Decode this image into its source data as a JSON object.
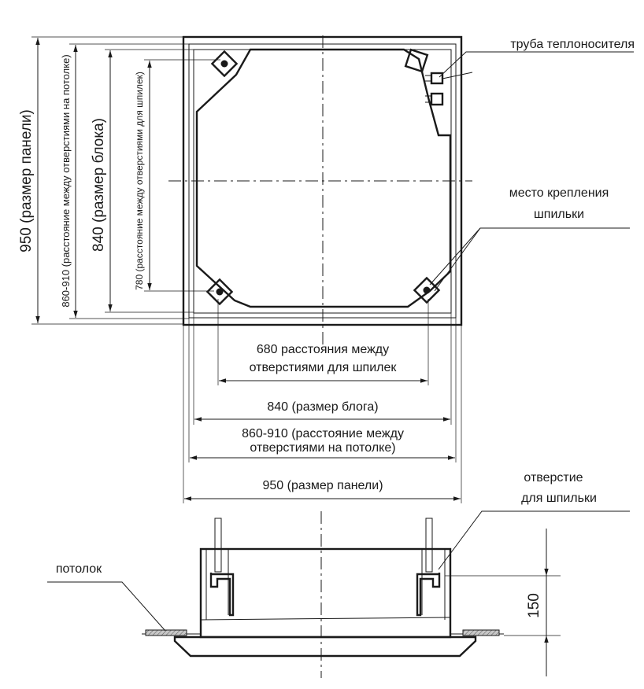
{
  "labels": {
    "heat_pipe": "труба теплоносителя",
    "mount_point_line1": "место крепления",
    "mount_point_line2": "шпильки",
    "rod_hole_line1": "отверстие",
    "rod_hole_line2": "для шпильки",
    "ceiling": "потолок"
  },
  "dimensions": {
    "v_panel": "950 (размер панели)",
    "v_ceiling_holes": "860-910 (расстояние между отверстиями на потолке)",
    "v_unit": "840 (размер блока)",
    "v_rod_holes": "780 (расстояние между отверстиями для шпилек)",
    "h_rod_holes_line1": "680 расстояния между",
    "h_rod_holes_line2": "отверстиями для шпилек",
    "h_unit": "840 (размер блога)",
    "h_ceiling_holes_line1": "860-910 (расстояние между",
    "h_ceiling_holes_line2": "отверстиями на потолке)",
    "h_panel": "950 (размер панели)",
    "height": "150"
  },
  "colors": {
    "line": "#1a1a1a",
    "ceiling_fill": "#9a9a9a",
    "background": "#ffffff"
  }
}
